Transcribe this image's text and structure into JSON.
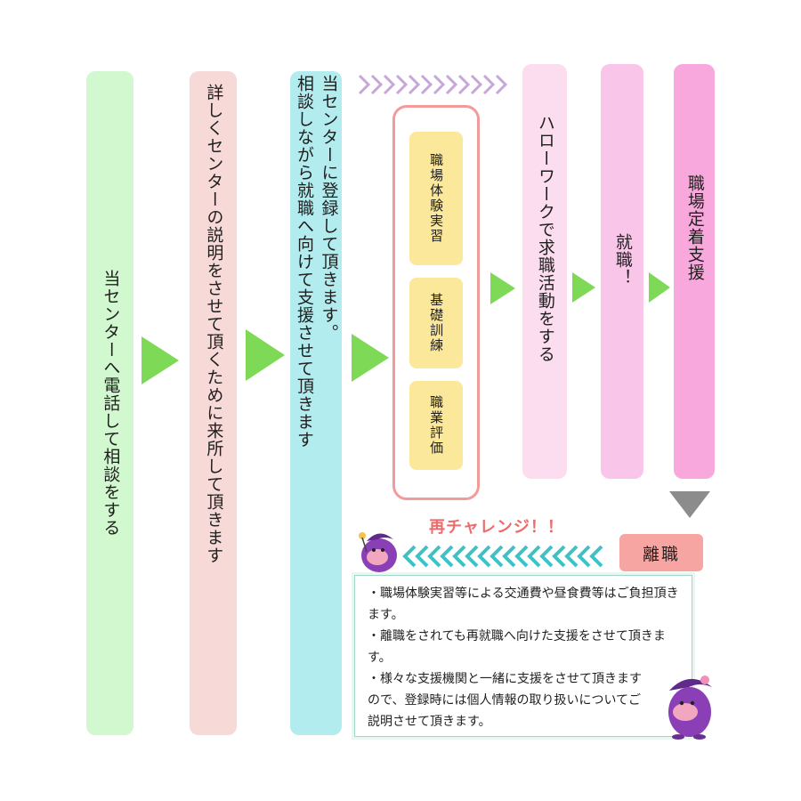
{
  "steps": [
    {
      "text": "当センターへ電話して相談をする"
    },
    {
      "text": "詳しくセンターの説明をさせて頂くために来所して頂きます"
    },
    {
      "text": "当センターに登録して頂きます。\n相談しながら就職へ向けて支援させて頂きます"
    },
    {
      "text": "ハローワークで求職活動をする"
    },
    {
      "text": "就職！"
    },
    {
      "text": "職場定着支援"
    }
  ],
  "programs": [
    {
      "label": "職場体験実習"
    },
    {
      "label": "基礎訓練"
    },
    {
      "label": "職業評価"
    }
  ],
  "retry_label": "再チャレンジ！！",
  "leave_label": "離職",
  "notes": [
    "・職場体験実習等による交通費や昼食費等はご負担頂きます。",
    "・離職をされても再就職へ向けた支援をさせて頂きます。",
    "・様々な支援機関と一緒に支援をさせて頂きますので、登録時には個人情報の取り扱いについてご説明させて頂きます。"
  ],
  "colors": {
    "step1": "#d2f8cf",
    "step2": "#f7d9d8",
    "step3": "#b3ecef",
    "step4": "#fcdcef",
    "step5": "#f9c5e9",
    "step6": "#f8a8dc",
    "arrow_green": "#7ed957",
    "arrow_gray": "#8c8c8c",
    "chevron_purple": "#c7a6dc",
    "chevron_teal": "#3fc1c5",
    "program_border": "#f29b9b",
    "program_fill": "#fce89a",
    "retry_red": "#ee6b6b",
    "leave_fill": "#f7a5a3"
  },
  "icons": [
    "mascot-eggplant-icon"
  ]
}
